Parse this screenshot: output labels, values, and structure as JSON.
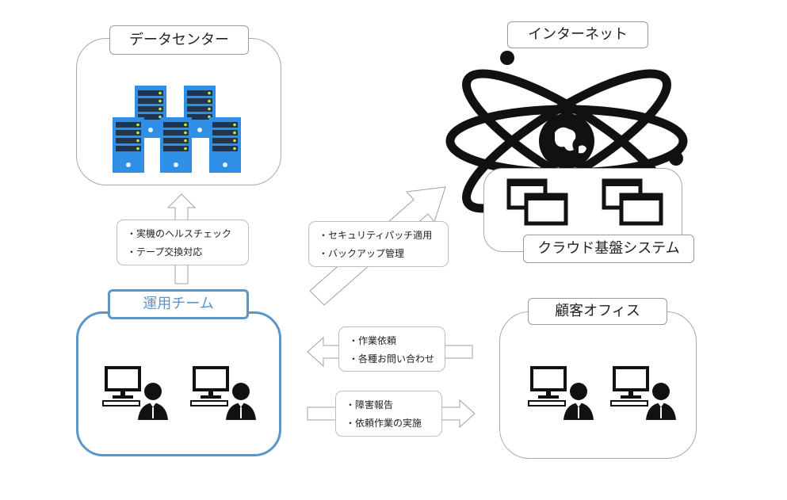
{
  "datacenter": {
    "title": "データセンター"
  },
  "internet": {
    "title": "インターネット"
  },
  "cloud": {
    "title": "クラウド基盤システム"
  },
  "ops_team": {
    "title": "運用チーム"
  },
  "customer_office": {
    "title": "顧客オフィス"
  },
  "notes": {
    "up": [
      "・実機のヘルスチェック",
      "・テープ交換対応"
    ],
    "diagonal": [
      "・セキュリティパッチ適用",
      "・バックアップ管理"
    ],
    "left": [
      "・作業依頼",
      "・各種お問い合わせ"
    ],
    "right": [
      "・障害報告",
      "・依頼作業の実施"
    ]
  },
  "colors": {
    "server_blue": "#2f8fe6",
    "team_blue": "#5b96c8",
    "border_gray": "#a9a9a9"
  },
  "icons": [
    "server-rack-icon",
    "atom-globe-icon",
    "window-stack-icon",
    "operator-workstation-icon"
  ]
}
